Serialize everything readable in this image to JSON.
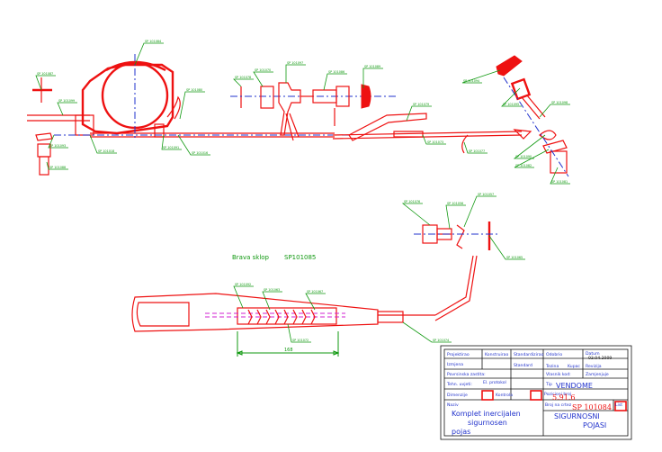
{
  "assembly_label": {
    "title": "Brava sklop",
    "code": "SP101085"
  },
  "dimension": {
    "value": "168"
  },
  "title_block": {
    "fields": {
      "projektirao": "Projektirao",
      "konstruirao": "Konstruirao",
      "standardizirao": "Standardizirao",
      "odobrio": "Odobrio",
      "datum_label": "Datum",
      "datum_value": "03.04.2009",
      "izmjena": "Izmjena",
      "standard": "Standard",
      "tezina": "Tezina",
      "kupac": "Kupac",
      "revizija": "Revizija",
      "povrsinska_zastita": "Povrsinska zastita:",
      "vlasnik_kod": "Vlasnik kod:",
      "zamjenjuje": "Zamjenjuje",
      "tehn_uvjeti": "Tehn. uvjeti:",
      "el_protokol": "El. protokol",
      "vozilo_label": "Tip",
      "vozilo_value": "VENDOME",
      "dimenzije": "Dimenzije",
      "kontrola": "Kontrola",
      "pozicija_label": "Pozicioni broj",
      "pozicija_value": "5.91.6",
      "naziv_label": "Naziv",
      "naziv_value_line1": "Komplet inercijalen",
      "naziv_value_line2": "sigurnosen",
      "naziv_value_line3": "pojas",
      "broj_label": "Broj na crtez",
      "broj_value": "SP 101084",
      "list_label": "List",
      "sistem_value_line1": "SIGURNOSNI",
      "sistem_value_line2": "POJASI"
    }
  },
  "callouts": [
    "SP 101084",
    "SP 101087",
    "SP 101099",
    "SP 101093",
    "SP 101088",
    "SP 101018",
    "SP 101080",
    "SP 101091",
    "SP 101016",
    "SP 101078",
    "SP 101070",
    "SP 101097",
    "SP 101086",
    "SP 101089",
    "SP 101079",
    "SP 101073",
    "SP 101077",
    "SP 101094",
    "SP 101095",
    "SP 101098",
    "SP 101090",
    "SP 101082",
    "SP 101081",
    "SP 101076",
    "SP 101056",
    "SP 101057",
    "SP 101065",
    "SP 101074",
    "SP 101092",
    "SP 101063",
    "SP 101067",
    "SP 101072",
    "SP 101066",
    "SP 101069",
    "SP 101062",
    "SP 101085",
    "SP 101061",
    "SP 101060",
    "SP 101059",
    "SP 101053",
    "SP 101051",
    "SP 101050"
  ]
}
